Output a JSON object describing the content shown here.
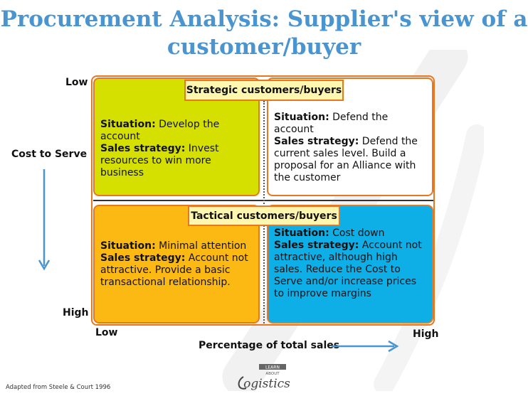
{
  "title_line1": "Procurement Analysis: Supplier's view of a",
  "title_line2": "customer/buyer",
  "y_axis": {
    "label": "Cost to Serve",
    "low": "Low",
    "high": "High"
  },
  "x_axis": {
    "label": "Percentage of total sales",
    "low": "Low",
    "high": "High"
  },
  "bands": {
    "top": "Strategic customers/buyers",
    "bottom": "Tactical customers/buyers"
  },
  "quadrants": {
    "top_left": {
      "situation_key": "Situation:",
      "situation": " Develop the account",
      "strategy_key": "Sales strategy:",
      "strategy": " Invest resources to win more business",
      "color": "#d6e000"
    },
    "top_right": {
      "situation_key": "Situation:",
      "situation": " Defend the account",
      "strategy_key": "Sales strategy:",
      "strategy": " Defend the current sales level. Build a proposal for an Alliance with the customer",
      "color": "#ffffff"
    },
    "bottom_left": {
      "situation_key": "Situation:",
      "situation": " Minimal attention",
      "strategy_key": "Sales strategy:",
      "strategy": " Account not attractive. Provide a basic transactional relationship.",
      "color": "#fdb913"
    },
    "bottom_right": {
      "situation_key": "Situation:",
      "situation": " Cost down",
      "strategy_key": "Sales strategy:",
      "strategy": " Account not attractive, although high sales. Reduce the Cost to Serve and/or increase prices to improve margins",
      "color": "#0eaee6"
    }
  },
  "source": "Adapted from Steele & Court 1996",
  "logo": {
    "top": "LEARN",
    "mid": "ABOUT",
    "main": "logistics"
  },
  "colors": {
    "title": "#4a95cf",
    "border": "#e87722",
    "arrow": "#4a95cf"
  }
}
